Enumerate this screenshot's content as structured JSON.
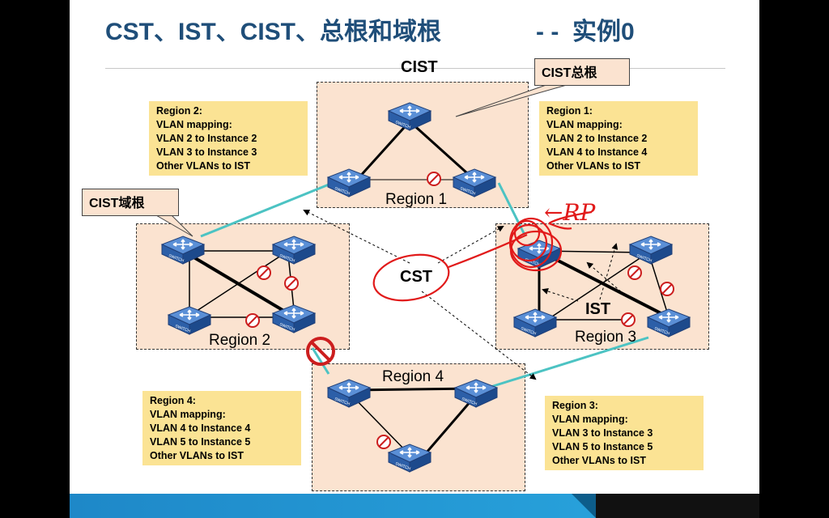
{
  "title": "CST、IST、CIST、总根和域根",
  "title_suffix": "- -  实例0",
  "labels": {
    "cist": "CIST",
    "cst": "CST",
    "ist": "IST",
    "handwritten_rp": "←RP"
  },
  "callouts": {
    "cist_root": "CIST总根",
    "cist_regional_root": "CIST域根"
  },
  "switch_text": "SWITCH",
  "regions": [
    {
      "name": "Region 1"
    },
    {
      "name": "Region 2"
    },
    {
      "name": "Region 3"
    },
    {
      "name": "Region 4"
    }
  ],
  "notes": {
    "region1": [
      "Region 1:",
      "VLAN mapping:",
      "VLAN 2 to Instance 2",
      "VLAN 4 to Instance 4",
      "Other VLANs to IST"
    ],
    "region2": [
      "Region 2:",
      "VLAN mapping:",
      "VLAN 2 to Instance 2",
      "VLAN 3 to Instance 3",
      "Other VLANs to IST"
    ],
    "region3": [
      "Region 3:",
      "VLAN mapping:",
      "VLAN 3 to Instance 3",
      "VLAN 5 to Instance 5",
      "Other VLANs to IST"
    ],
    "region4": [
      "Region 4:",
      "VLAN mapping:",
      "VLAN 4 to Instance 4",
      "VLAN 5 to Instance 5",
      "Other VLANs to IST"
    ]
  },
  "colors": {
    "title": "#1f4e79",
    "region_fill": "#fbe3d0",
    "note_fill": "#fbe394",
    "cst_link": "#4cc3c3",
    "switch_blue": "#2c5fa8",
    "blocked": "#cc1e1e",
    "annotation_red": "#e11a1a"
  }
}
